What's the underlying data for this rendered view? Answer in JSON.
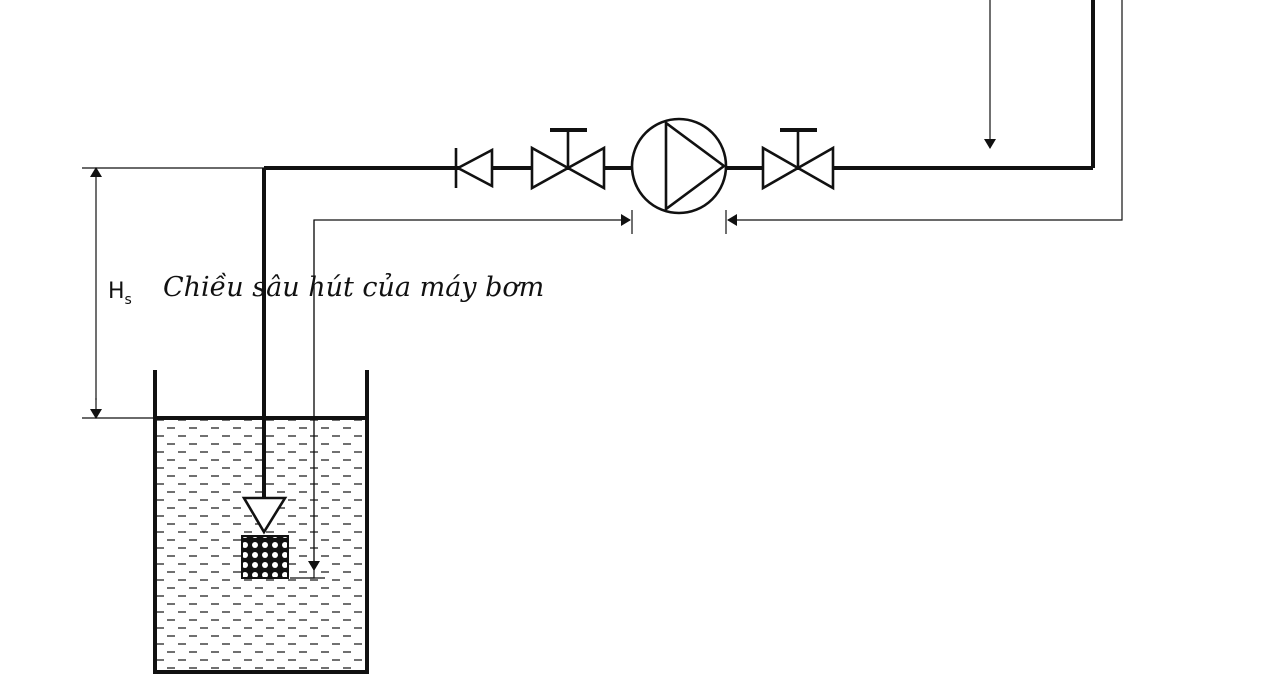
{
  "labels": {
    "hs_main": "H",
    "hs_sub": "s",
    "description": "Chiều sâu hút của máy bơm"
  },
  "colors": {
    "line": "#111111",
    "background": "#ffffff"
  }
}
